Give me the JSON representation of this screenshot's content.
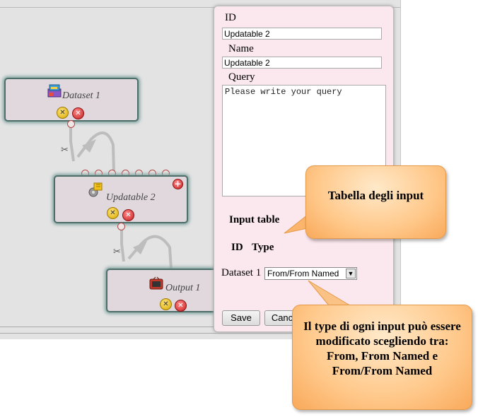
{
  "nodes": {
    "dataset": {
      "title": "Dataset 1",
      "edit_label": "✕",
      "delete_label": "✕"
    },
    "updatable": {
      "title": "Updatable 2",
      "add_label": "+",
      "edit_label": "✕",
      "delete_label": "✕"
    },
    "output": {
      "title": "Output 1",
      "edit_label": "✕",
      "delete_label": "✕"
    }
  },
  "panel": {
    "id_label": "ID",
    "id_value": "Updatable 2",
    "name_label": "Name",
    "name_value": "Updatable 2",
    "query_label": "Query",
    "query_placeholder": "Please write your query",
    "input_table_label": "Input table",
    "col_id": "ID",
    "col_type": "Type",
    "rows": [
      {
        "id": "Dataset 1",
        "type": "From/From Named"
      }
    ],
    "save_label": "Save",
    "cancel_label": "Canc"
  },
  "callouts": {
    "table": "Tabella degli input",
    "type": "Il type di ogni input può essere modificato scegliendo tra: From, From Named e From/From Named"
  },
  "colors": {
    "panel_bg": "#fbe8ee",
    "node_border": "#4e6e6a",
    "callout_fill": "#ffc88a"
  }
}
